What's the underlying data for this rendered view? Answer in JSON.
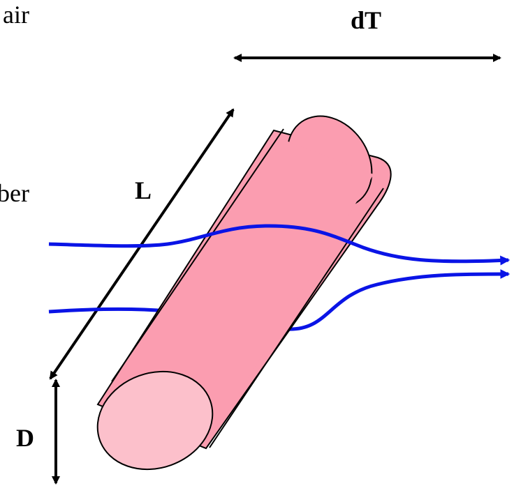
{
  "labels": {
    "top_left_fragment": "air",
    "mid_left_fragment": "ber",
    "thickness": "dT",
    "length": "L",
    "diameter": "D"
  },
  "colors": {
    "cylinder_body": "#fb9db0",
    "cylinder_end_face": "#fcc0cb",
    "flow_lines": "#0a14e6",
    "outline": "#000000"
  },
  "icons": {
    "arrows": "double-headed-arrow",
    "flow": "flow-arrow"
  }
}
